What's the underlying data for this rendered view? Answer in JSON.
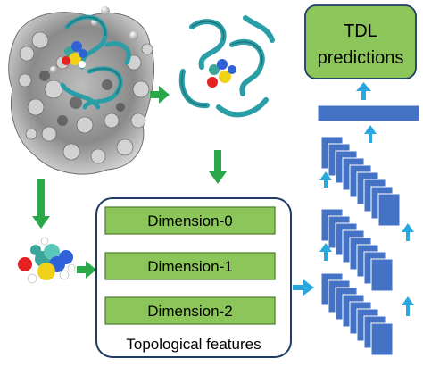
{
  "features_box": {
    "items": [
      "Dimension-0",
      "Dimension-1",
      "Dimension-2"
    ],
    "caption": "Topological features"
  },
  "output_box": {
    "line1": "TDL",
    "line2": "predictions"
  },
  "colors": {
    "green_fill": "#8cc65a",
    "green_arrow": "#2aa84a",
    "blue_arrow": "#29a8e0",
    "network_blue": "#4472c4",
    "box_border": "#1f3b66",
    "protein_teal": "#2a9ea6"
  },
  "icons": [
    "protein-surface-complex-icon",
    "protein-ribbon-icon",
    "ligand-molecule-icon",
    "neural-network-icon"
  ]
}
